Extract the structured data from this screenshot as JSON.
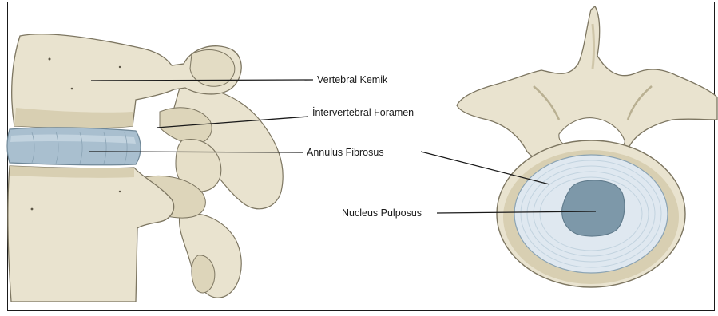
{
  "labels": {
    "vertebral_kemik": "Vertebral Kemik",
    "intervertebral_foramen": "İntervertebral Foramen",
    "annulus_fibrosus": "Annulus Fibrosus",
    "nucleus_pulposus": "Nucleus Pulposus"
  },
  "colors": {
    "bone": "#e9e3cf",
    "bone_shadow": "#cfc6a9",
    "bone_outline": "#7d7661",
    "disc": "#a9bfcf",
    "disc_light": "#dfe8f0",
    "nucleus": "#7d98a9",
    "leader_line": "#1a1a1a"
  }
}
